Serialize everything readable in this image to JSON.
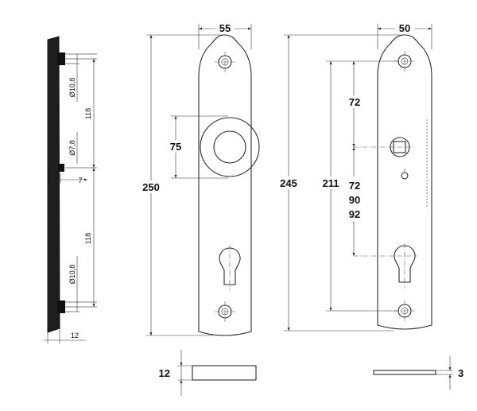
{
  "side_view": {
    "hole_top": "Ø10,8",
    "spacing_top": "118",
    "hole_middle": "Ø7,8",
    "offset": "7",
    "spacing_bottom": "118",
    "hole_bottom": "Ø10,8",
    "thickness": "12"
  },
  "knob_plate": {
    "width": "55",
    "knob_size": "75",
    "height": "250"
  },
  "lever_plate": {
    "height": "245",
    "width": "50",
    "hole_distance": "211",
    "spindle_top": "72",
    "spindle_options": [
      "72",
      "90",
      "92"
    ]
  },
  "profiles": {
    "knob_plate_thickness": "12",
    "lever_plate_thickness": "3"
  }
}
